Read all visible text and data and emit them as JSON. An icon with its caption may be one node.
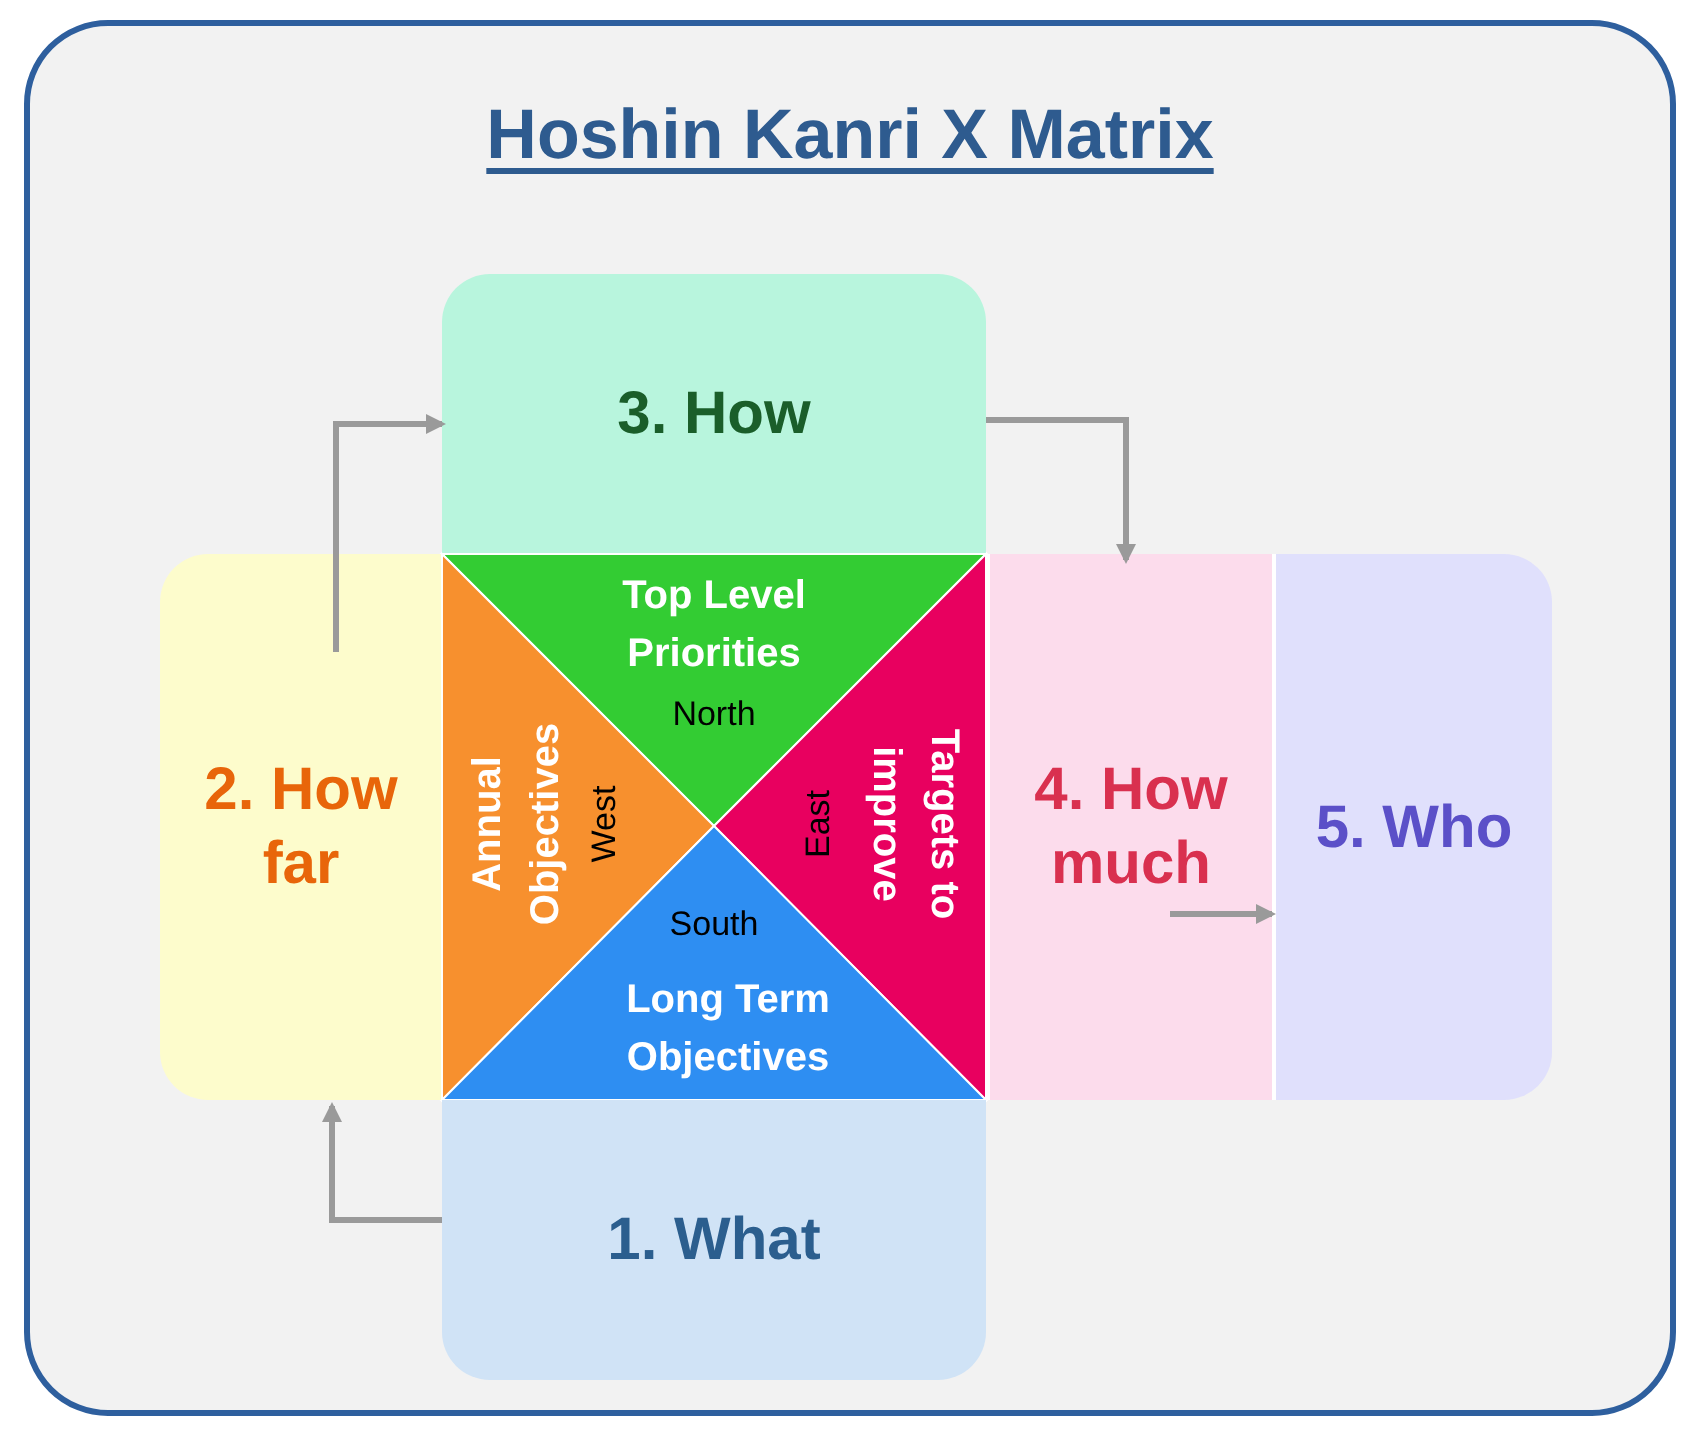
{
  "diagram": {
    "title": "Hoshin Kanri X Matrix",
    "nodes": [
      {
        "text": [
          "3. How"
        ]
      },
      {
        "text": [
          "2. How far"
        ]
      },
      {
        "text": [
          "Top Level Priorities",
          "North"
        ]
      },
      {
        "text": [
          "Annual Objectives",
          "West"
        ]
      },
      {
        "text": [
          "Targets to improve",
          "East"
        ]
      },
      {
        "text": [
          "South",
          "Long Term Objectives"
        ]
      },
      {
        "text": [
          "4. How much"
        ]
      },
      {
        "text": [
          "5. Who"
        ]
      },
      {
        "text": [
          "1. What"
        ]
      }
    ],
    "edges": [
      {
        "from": 8,
        "to": 1,
        "arrow": "to"
      },
      {
        "from": 1,
        "to": 0,
        "arrow": "to"
      },
      {
        "from": 0,
        "to": 6,
        "arrow": "to"
      },
      {
        "from": 6,
        "to": 7,
        "arrow": "to"
      }
    ]
  }
}
